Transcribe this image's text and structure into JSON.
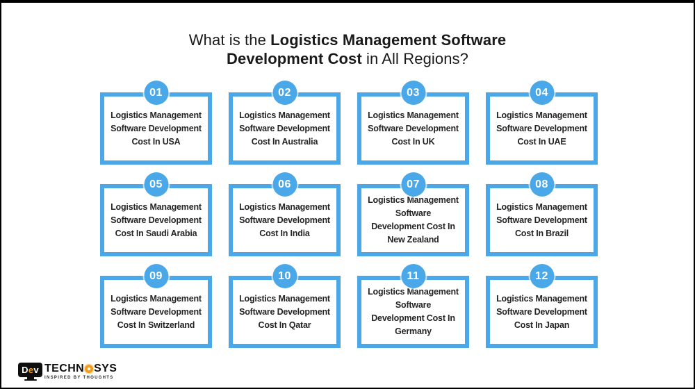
{
  "title": {
    "line1_regular": "What is the ",
    "line1_bold": "Logistics Management Software",
    "line2_bold": "Development Cost",
    "line2_regular": " in All Regions?"
  },
  "cards": [
    {
      "number": "01",
      "label": "Logistics Management\nSoftware Development\nCost In USA"
    },
    {
      "number": "02",
      "label": "Logistics Management\nSoftware Development\nCost In Australia"
    },
    {
      "number": "03",
      "label": "Logistics Management\nSoftware Development\nCost In UK"
    },
    {
      "number": "04",
      "label": "Logistics Management\nSoftware Development\nCost In UAE"
    },
    {
      "number": "05",
      "label": "Logistics Management\nSoftware Development\nCost In Saudi Arabia"
    },
    {
      "number": "06",
      "label": "Logistics Management\nSoftware Development\nCost In India"
    },
    {
      "number": "07",
      "label": "Logistics Management\nSoftware\nDevelopment  Cost In\nNew Zealand"
    },
    {
      "number": "08",
      "label": "Logistics Management\nSoftware Development\nCost In Brazil"
    },
    {
      "number": "09",
      "label": "Logistics Management\nSoftware Development\nCost In Switzerland"
    },
    {
      "number": "10",
      "label": "Logistics Management\nSoftware Development\nCost In Qatar"
    },
    {
      "number": "11",
      "label": "Logistics Management\nSoftware\nDevelopment  Cost In\nGermany"
    },
    {
      "number": "12",
      "label": "Logistics Management\nSoftware Development\nCost In Japan"
    }
  ],
  "logo": {
    "screen_d": "D",
    "screen_e": "e",
    "screen_v": "v",
    "name_left": "TECHN",
    "name_right": "SYS",
    "tagline": "INSPIRED BY THOUGHTS"
  },
  "colors": {
    "accent_blue": "#4AA8E8",
    "logo_orange": "#F49D1A",
    "title_ink": "#1A1A1A"
  }
}
